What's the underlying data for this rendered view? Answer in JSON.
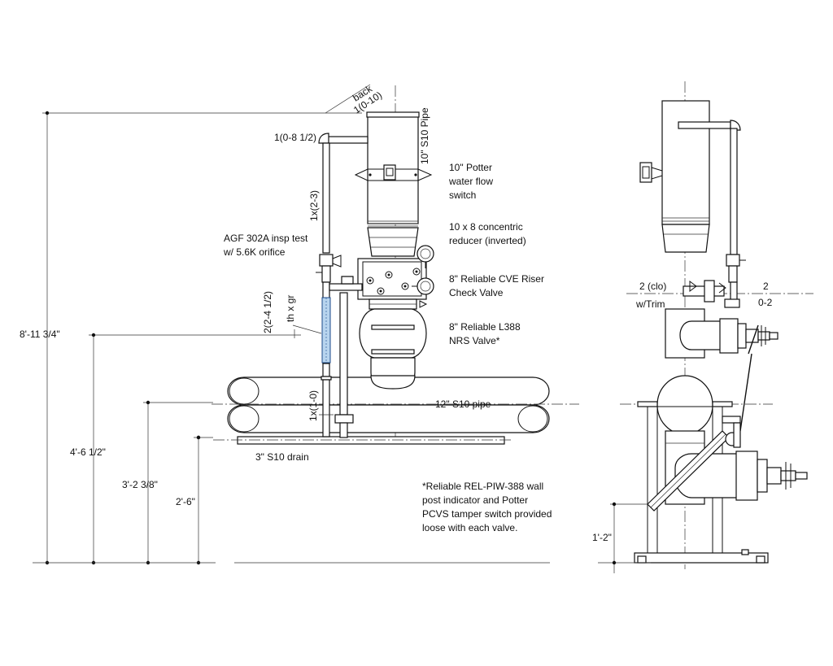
{
  "front_view": {
    "labels": {
      "back": "back",
      "back_dim": "1(0-10)",
      "elbow": "1(0-8 1/2)",
      "s10_pipe_10": "10\" S10 Pipe",
      "flow_switch_1": "10\" Potter",
      "flow_switch_2": "water flow",
      "flow_switch_3": "switch",
      "reducer_1": "10 x 8 concentric",
      "reducer_2": "reducer (inverted)",
      "insp_test_1": "AGF 302A  insp test",
      "insp_test_2": "w/ 5.6K orifice",
      "riser_1": "1x(2-3)",
      "check_valve_1": "8\" Reliable CVE Riser",
      "check_valve_2": "Check Valve",
      "nrs_1": "8\" Reliable L388",
      "nrs_2": "NRS Valve*",
      "thx": "th x gr",
      "vert_dim": "2(2-4 1/2)",
      "drain_riser": "1x(1-0)",
      "pipe_12": "12\" S10 pipe",
      "drain_3": "3\" S10 drain"
    },
    "dims": {
      "overall": "8'-11 3/4\"",
      "d1": "4'-6 1/2\"",
      "d2": "3'-2 3/8\"",
      "d3": "2'-6\""
    },
    "note": [
      "*Reliable REL-PIW-388 wall",
      "post indicator and Potter",
      "PCVS tamper switch provided",
      "loose with each valve."
    ]
  },
  "side_view": {
    "labels": {
      "clo": "2 (clo)",
      "trim": "w/Trim",
      "two": "2",
      "zero_two": "0-2"
    },
    "dims": {
      "base": "1'-2\""
    }
  }
}
